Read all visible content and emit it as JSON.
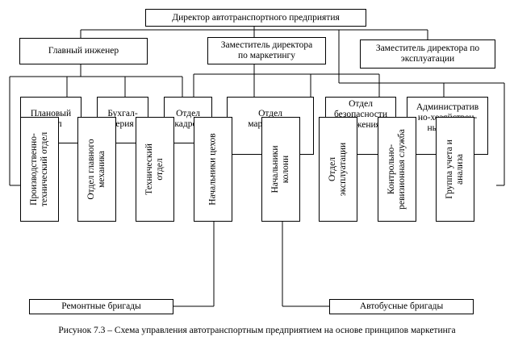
{
  "top": {
    "director": "Директор автотранспортного предприятия",
    "chief_engineer": "Главный инженер",
    "deputy_marketing": "Заместитель директора\nпо маркетингу",
    "deputy_operation": "Заместитель директора по\nэксплуатации"
  },
  "middle": [
    {
      "label": "Плановый\nотдел"
    },
    {
      "label": "Бухгал-\nтерия"
    },
    {
      "label": "Отдел\nкадров"
    },
    {
      "label": "Отдел\nмаркетинга"
    },
    {
      "label": "Отдел\nбезопасности\nдвижения"
    },
    {
      "label": "Административ\nно-хозяйствен-\nный отдел"
    }
  ],
  "vertical": [
    {
      "label": "Производственно-\nтехнический отдел"
    },
    {
      "label": "Отдел главного\nмеханика"
    },
    {
      "label": "Технический\nотдел"
    },
    {
      "label": "Начальники цехов"
    },
    {
      "label": "Начальники\nколонн"
    },
    {
      "label": "Отдел\nэксплуатации"
    },
    {
      "label": "Контрольно-\nревизионная служба"
    },
    {
      "label": "Группа учета и\nанализа"
    }
  ],
  "bottom": {
    "repair_brigades": "Ремонтные бригады",
    "bus_brigades": "Автобусные бригады"
  },
  "caption": "Рисунок 7.3 – Схема управления автотранспортным предприятием на основе принципов маркетинга"
}
